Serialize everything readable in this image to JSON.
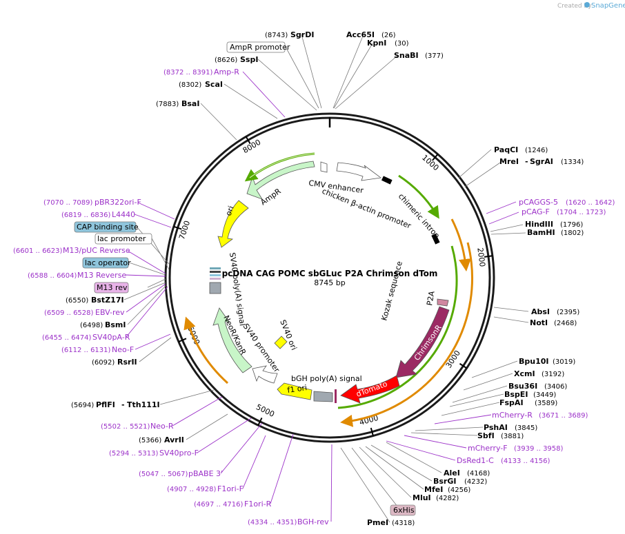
{
  "credit": {
    "text": "Created by",
    "brand": "SnapGene"
  },
  "plasmid": {
    "name": "pcDNA CAG POMC sbGLuc P2A Chrimson dTom",
    "length_label": "8745 bp",
    "length": 8745
  },
  "ticks": [
    "1000",
    "2000",
    "3000",
    "4000",
    "5000",
    "6000",
    "7000",
    "8000"
  ],
  "colors": {
    "backbone": "#1a1a1a",
    "primer": "#9b30c8",
    "promoter_box": "#ffffff",
    "lac_operator": "#8fc5dc",
    "m13rev_box": "#e8b3e8",
    "his_box": "#dcb8c4",
    "ampr": "#c8f5c8",
    "ori": "#ffff00",
    "chrimsonr": "#9b2a63",
    "dtomato": "#ff0000",
    "intron": "#55aa00",
    "orange": "#e08a00"
  },
  "features": {
    "cmv_enhancer": "CMV enhancer",
    "cba_promoter": "chicken β-actin promoter",
    "chimeric_intron": "chimeric intron",
    "kozak": "Kozak sequence",
    "p2a": "P2A",
    "chrimsonr": "ChrimsonR",
    "dtomato": "dTomato",
    "bgh_polya": "bGH poly(A) signal",
    "f1_ori": "f1 ori",
    "sv40_promoter": "SV40 promoter",
    "neor": "NeoR/KanR",
    "sv40_ori": "SV40 ori",
    "sv40_polya": "SV40 poly(A) signal",
    "ori": "ori",
    "ampr": "AmpR"
  },
  "top_labels": {
    "sgrdi": {
      "pos": "(8743)",
      "name": "SgrDI"
    },
    "acc65i": {
      "name": "Acc65I",
      "pos": "(26)"
    },
    "kpni": {
      "name": "KpnI",
      "pos": "(30)"
    },
    "snabi": {
      "name": "SnaBI",
      "pos": "(377)"
    },
    "ampr_promoter": "AmpR promoter",
    "sspi": {
      "pos": "(8626)",
      "name": "SspI"
    },
    "amp_r": {
      "pos": "(8372 .. 8391)",
      "name": "Amp-R"
    },
    "scai": {
      "pos": "(8302)",
      "name": "ScaI"
    },
    "bsai": {
      "pos": "(7883)",
      "name": "BsaI"
    }
  },
  "right_labels": {
    "paqci": {
      "name": "PaqCI",
      "pos": "(1246)"
    },
    "mrei": {
      "name": "MreI",
      "sep": "-",
      "name2": "SgrAI",
      "pos": "(1334)"
    },
    "pcaggs5": {
      "name": "pCAGGS-5",
      "pos": "(1620 .. 1642)"
    },
    "pcagf": {
      "name": "pCAG-F",
      "pos": "(1704 .. 1723)"
    },
    "hindiii": {
      "name": "HindIII",
      "pos": "(1796)"
    },
    "bamhi": {
      "name": "BamHI",
      "pos": "(1802)"
    },
    "absi": {
      "name": "AbsI",
      "pos": "(2395)"
    },
    "noti": {
      "name": "NotI",
      "pos": "(2468)"
    },
    "bpu10i": {
      "name": "Bpu10I",
      "pos": "(3019)"
    },
    "xcmi": {
      "name": "XcmI",
      "pos": "(3192)"
    },
    "bsu36i": {
      "name": "Bsu36I",
      "pos": "(3406)"
    },
    "bspei": {
      "name": "BspEI",
      "pos": "(3449)"
    },
    "fspai": {
      "name": "FspAI",
      "pos": "(3589)"
    },
    "mcherryr": {
      "name": "mCherry-R",
      "pos": "(3671 .. 3689)"
    },
    "pshai": {
      "name": "PshAI",
      "pos": "(3845)"
    },
    "sbfi": {
      "name": "SbfI",
      "pos": "(3881)"
    },
    "mcherryf": {
      "name": "mCherry-F",
      "pos": "(3939 .. 3958)"
    },
    "dsred1c": {
      "name": "DsRed1-C",
      "pos": "(4133 .. 4156)"
    },
    "alei": {
      "name": "AleI",
      "pos": "(4168)"
    },
    "bsrgi": {
      "name": "BsrGI",
      "pos": "(4232)"
    },
    "mfei": {
      "name": "MfeI",
      "pos": "(4256)"
    },
    "mlui": {
      "name": "MluI",
      "pos": "(4282)"
    },
    "his": "6xHis",
    "pmei": {
      "name": "PmeI",
      "pos": "(4318)"
    }
  },
  "left_labels": {
    "pbr322": {
      "pos": "(7070 .. 7089)",
      "name": "pBR322ori-F"
    },
    "l4440": {
      "pos": "(6819 .. 6836)",
      "name": "L4440"
    },
    "cap": "CAP binding site",
    "lacp": "lac promoter",
    "m13puc": {
      "pos": "(6601 .. 6623)",
      "name": "M13/pUC Reverse"
    },
    "laco": "lac operator",
    "m13r": {
      "pos": "(6588 .. 6604)",
      "name": "M13 Reverse"
    },
    "m13rev": "M13 rev",
    "bstz17i": {
      "pos": "(6550)",
      "name": "BstZ17I"
    },
    "ebv": {
      "pos": "(6509 .. 6528)",
      "name": "EBV-rev"
    },
    "bsmi": {
      "pos": "(6498)",
      "name": "BsmI"
    },
    "sv40pa": {
      "pos": "(6455 .. 6474)",
      "name": "SV40pA-R"
    },
    "neof": {
      "pos": "(6112 .. 6131)",
      "name": "Neo-F"
    },
    "rsrii": {
      "pos": "(6092)",
      "name": "RsrII"
    },
    "pflfi": {
      "pos": "(5694)",
      "name": "PflFI",
      "sep": "-",
      "name2": "Tth111I"
    },
    "neor": {
      "pos": "(5502 .. 5521)",
      "name": "Neo-R"
    },
    "avrii": {
      "pos": "(5366)",
      "name": "AvrII"
    },
    "sv40pro": {
      "pos": "(5294 .. 5313)",
      "name": "SV40pro-F"
    },
    "pbabe": {
      "pos": "(5047 .. 5067)",
      "name": "pBABE 3'"
    },
    "f1orif": {
      "pos": "(4907 .. 4928)",
      "name": "F1ori-F"
    },
    "f1orir": {
      "pos": "(4697 .. 4716)",
      "name": "F1ori-R"
    },
    "bghrev": {
      "pos": "(4334 .. 4351)",
      "name": "BGH-rev"
    }
  }
}
